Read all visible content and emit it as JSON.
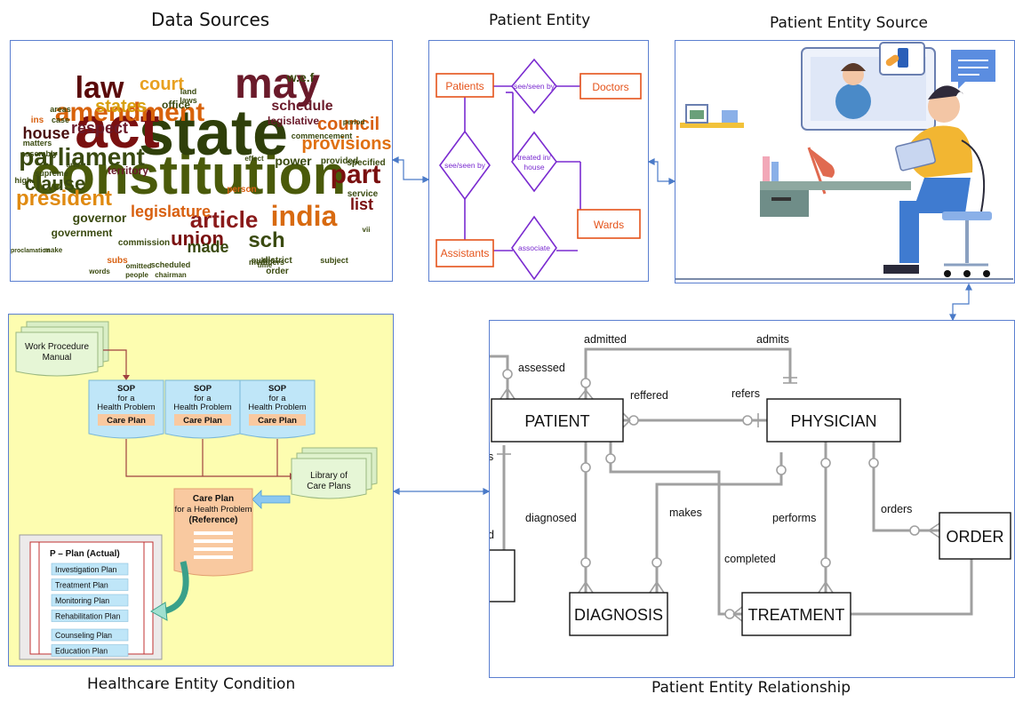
{
  "titles": {
    "data_sources": "Data Sources",
    "patient_entity": "Patient Entity",
    "patient_entity_source": "Patient Entity Source",
    "healthcare_entity_condition": "Healthcare Entity Condition",
    "patient_entity_relationship": "Patient Entity Relationship"
  },
  "word_cloud": {
    "words": [
      {
        "text": "constitution",
        "color": "#4a5a0a",
        "size": 62
      },
      {
        "text": "state",
        "color": "#2f3f0a",
        "size": 72
      },
      {
        "text": "act",
        "color": "#7a1010",
        "size": 66
      },
      {
        "text": "may",
        "color": "#6a1a2a",
        "size": 48
      },
      {
        "text": "amendment",
        "color": "#d8620a",
        "size": 30
      },
      {
        "text": "law",
        "color": "#5a0a0a",
        "size": 34
      },
      {
        "text": "parliament",
        "color": "#3a4a10",
        "size": 28
      },
      {
        "text": "india",
        "color": "#d86a10",
        "size": 32
      },
      {
        "text": "part",
        "color": "#7a1010",
        "size": 30
      },
      {
        "text": "article",
        "color": "#8a1a1a",
        "size": 26
      },
      {
        "text": "president",
        "color": "#e08a10",
        "size": 24
      },
      {
        "text": "provisions",
        "color": "#e07010",
        "size": 20
      },
      {
        "text": "council",
        "color": "#d86010",
        "size": 20
      },
      {
        "text": "court",
        "color": "#e8a020",
        "size": 20
      },
      {
        "text": "clause",
        "color": "#3a4a10",
        "size": 22
      },
      {
        "text": "states",
        "color": "#d8a010",
        "size": 20
      },
      {
        "text": "union",
        "color": "#7a1010",
        "size": 22
      },
      {
        "text": "legislature",
        "color": "#d86010",
        "size": 18
      },
      {
        "text": "sch",
        "color": "#3a4a10",
        "size": 24
      },
      {
        "text": "made",
        "color": "#3a4a10",
        "size": 18
      },
      {
        "text": "respect",
        "color": "#6a1a2a",
        "size": 18
      },
      {
        "text": "house",
        "color": "#4a1010",
        "size": 18
      },
      {
        "text": "schedule",
        "color": "#6a1a2a",
        "size": 16
      },
      {
        "text": "list",
        "color": "#7a1010",
        "size": 18
      },
      {
        "text": "governor",
        "color": "#3a4a10",
        "size": 14
      },
      {
        "text": "government",
        "color": "#3a4a10",
        "size": 12
      },
      {
        "text": "power",
        "color": "#3a4a10",
        "size": 14
      },
      {
        "text": "legislative",
        "color": "#6a1a2a",
        "size": 12
      },
      {
        "text": "w.e.f",
        "color": "#3a4a10",
        "size": 14
      },
      {
        "text": "territory",
        "color": "#6a1a2a",
        "size": 12
      },
      {
        "text": "office",
        "color": "#3a4a10",
        "size": 12
      },
      {
        "text": "commission",
        "color": "#3a4a10",
        "size": 10
      },
      {
        "text": "district",
        "color": "#3a4a10",
        "size": 10
      },
      {
        "text": "provided",
        "color": "#3a4a10",
        "size": 10
      },
      {
        "text": "specified",
        "color": "#3a4a10",
        "size": 10
      },
      {
        "text": "service",
        "color": "#3a4a10",
        "size": 10
      },
      {
        "text": "order",
        "color": "#3a4a10",
        "size": 10
      },
      {
        "text": "members",
        "color": "#3a4a10",
        "size": 9
      },
      {
        "text": "assembly",
        "color": "#3a4a10",
        "size": 9
      },
      {
        "text": "supreme",
        "color": "#3a4a10",
        "size": 9
      },
      {
        "text": "matters",
        "color": "#3a4a10",
        "size": 9
      },
      {
        "text": "high",
        "color": "#3a4a10",
        "size": 9
      },
      {
        "text": "case",
        "color": "#3a4a10",
        "size": 9
      },
      {
        "text": "areas",
        "color": "#3a4a10",
        "size": 9
      },
      {
        "text": "ins",
        "color": "#d86010",
        "size": 10
      },
      {
        "text": "land",
        "color": "#3a4a10",
        "size": 9
      },
      {
        "text": "laws",
        "color": "#3a4a10",
        "size": 9
      },
      {
        "text": "person",
        "color": "#d86010",
        "size": 10
      },
      {
        "text": "commencement",
        "color": "#3a4a10",
        "size": 9
      },
      {
        "text": "scheduled",
        "color": "#3a4a10",
        "size": 9
      },
      {
        "text": "subs",
        "color": "#d86010",
        "size": 10
      },
      {
        "text": "public",
        "color": "#3a4a10",
        "size": 9
      },
      {
        "text": "subject",
        "color": "#3a4a10",
        "size": 9
      },
      {
        "text": "omitted",
        "color": "#3a4a10",
        "size": 8
      },
      {
        "text": "words",
        "color": "#3a4a10",
        "size": 8
      },
      {
        "text": "people",
        "color": "#3a4a10",
        "size": 8
      },
      {
        "text": "chairman",
        "color": "#3a4a10",
        "size": 8
      },
      {
        "text": "make",
        "color": "#3a4a10",
        "size": 8
      },
      {
        "text": "proclamation",
        "color": "#3a4a10",
        "size": 7
      },
      {
        "text": "arts",
        "color": "#3a4a10",
        "size": 8
      },
      {
        "text": "time",
        "color": "#3a4a10",
        "size": 8
      },
      {
        "text": "vii",
        "color": "#3a4a10",
        "size": 8
      },
      {
        "text": "period",
        "color": "#3a4a10",
        "size": 8
      },
      {
        "text": "effect",
        "color": "#3a4a10",
        "size": 8
      }
    ]
  },
  "er_small": {
    "entities": [
      "Patients",
      "Doctors",
      "Assistants",
      "Wards"
    ],
    "relationships": [
      "see/seen by",
      "see/seen by",
      "treated in/ house",
      "associate"
    ]
  },
  "care_plan": {
    "manual": "Work Procedure Manual",
    "sop_title": "SOP",
    "sop_sub": "for a Health Problem",
    "sop_care": "Care Plan",
    "library": "Library of Care Plans",
    "ref_title": "Care Plan",
    "ref_sub": "for a Health Problem",
    "ref_tag": "(Reference)",
    "plan_title": "P – Plan (Actual)",
    "plans": [
      "Investigation Plan",
      "Treatment Plan",
      "Monitoring Plan",
      "Rehabilitation Plan",
      "Counseling Plan",
      "Education Plan"
    ]
  },
  "er_large": {
    "entities": {
      "patient": "PATIENT",
      "physician": "PHYSICIAN",
      "diagnosis": "DIAGNOSIS",
      "treatment": "TREATMENT",
      "order": "ORDER"
    },
    "labels": {
      "admitted": "admitted",
      "admits": "admits",
      "assessed": "assessed",
      "reffered": "reffered",
      "refers": "refers",
      "diagnosed": "diagnosed",
      "makes": "makes",
      "performs": "performs",
      "orders": "orders",
      "completed": "completed",
      "partial_s": "s",
      "partial_d": "d"
    }
  }
}
